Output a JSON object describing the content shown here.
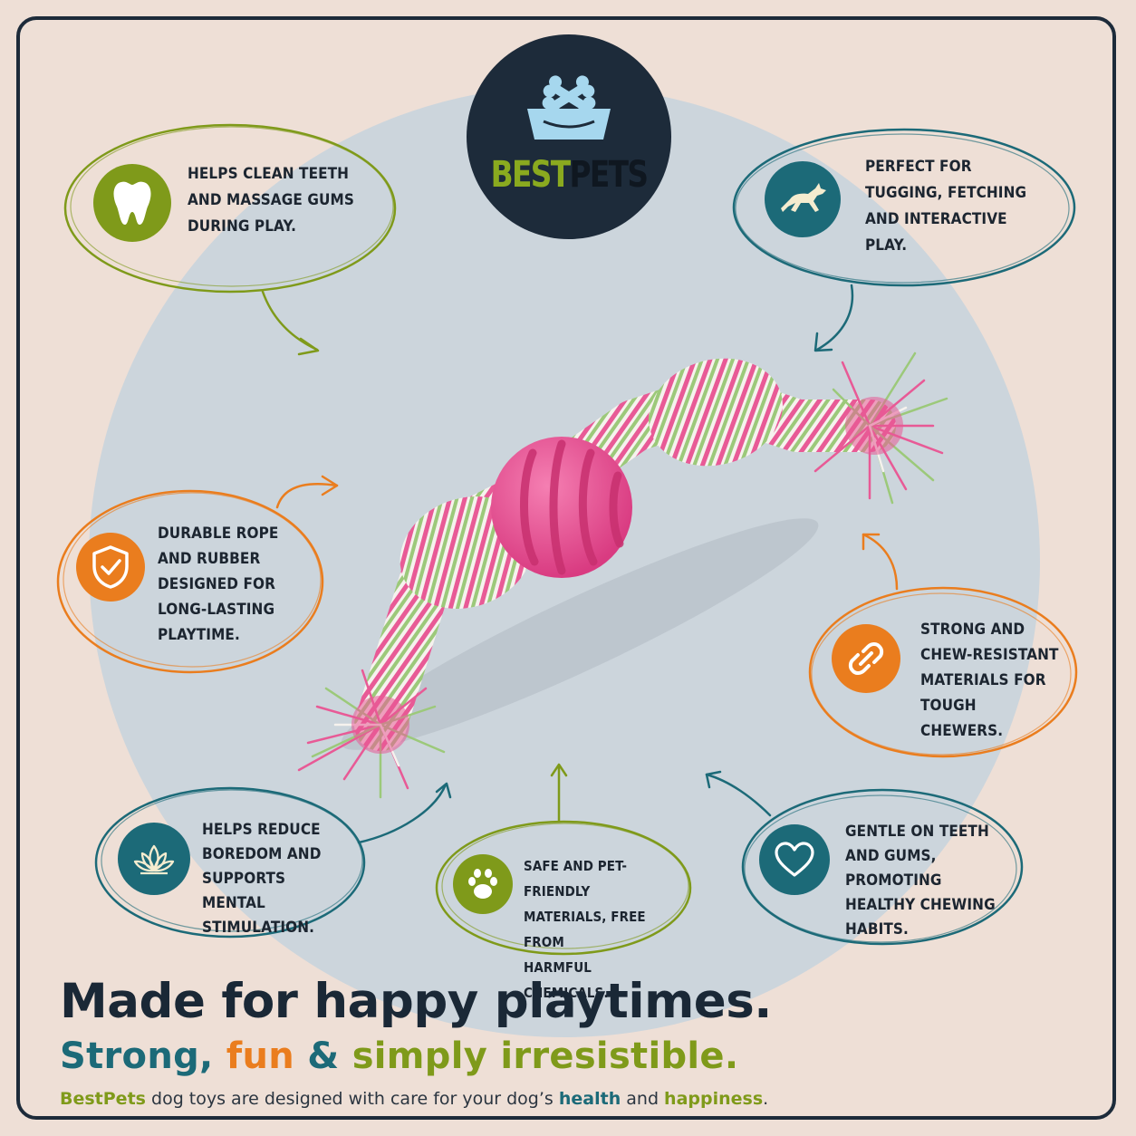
{
  "brand": {
    "part1": "BEST",
    "part2": "PETS"
  },
  "features": [
    {
      "id": "teeth",
      "icon": "tooth-icon",
      "color": "#7f9a1a",
      "lines": [
        "HELPS CLEAN TEETH",
        "AND MASSAGE GUMS",
        "DURING PLAY."
      ]
    },
    {
      "id": "tugging",
      "icon": "jumping-dog-icon",
      "color": "#1c6a78",
      "lines": [
        "PERFECT FOR",
        "TUGGING, FETCHING",
        "AND INTERACTIVE",
        "PLAY."
      ]
    },
    {
      "id": "durable",
      "icon": "shield-check-icon",
      "color": "#ea7d1e",
      "lines": [
        "DURABLE ROPE",
        "AND RUBBER",
        "DESIGNED FOR",
        "LONG-LASTING",
        "PLAYTIME."
      ]
    },
    {
      "id": "strong",
      "icon": "chain-link-icon",
      "color": "#ea7d1e",
      "lines": [
        "STRONG AND",
        "CHEW-RESISTANT",
        "MATERIALS FOR",
        "TOUGH CHEWERS."
      ]
    },
    {
      "id": "boredom",
      "icon": "lotus-icon",
      "color": "#1c6a78",
      "lines": [
        "HELPS REDUCE",
        "BOREDOM AND",
        "SUPPORTS MENTAL",
        "STIMULATION."
      ]
    },
    {
      "id": "safe",
      "icon": "paw-print-icon",
      "color": "#7f9a1a",
      "lines": [
        "SAFE AND PET-FRIENDLY",
        "MATERIALS, FREE FROM",
        "HARMFUL CHEMICALS."
      ]
    },
    {
      "id": "gentle",
      "icon": "heart-icon",
      "color": "#1c6a78",
      "lines": [
        "GENTLE ON TEETH",
        "AND GUMS, PROMOTING",
        "HEALTHY CHEWING",
        "HABITS."
      ]
    }
  ],
  "headline": "Made for happy playtimes.",
  "subline": {
    "part1": "Strong, ",
    "part2": "fun",
    "part3": " & ",
    "part4": "simply irresistible."
  },
  "footer": {
    "brand": "BestPets",
    "text1": " dog toys are designed with care for your dog’s ",
    "word1": "health",
    "text2": " and ",
    "word2": "happiness",
    "text3": "."
  },
  "colors": {
    "navy": "#1d2b3a",
    "green": "#7f9a1a",
    "teal": "#1c6a78",
    "orange": "#ea7d1e",
    "background": "#eedfd6",
    "circle": "#ccd5dc",
    "toy_pink": "#ec4f93",
    "rope_green": "#9cc97a"
  }
}
